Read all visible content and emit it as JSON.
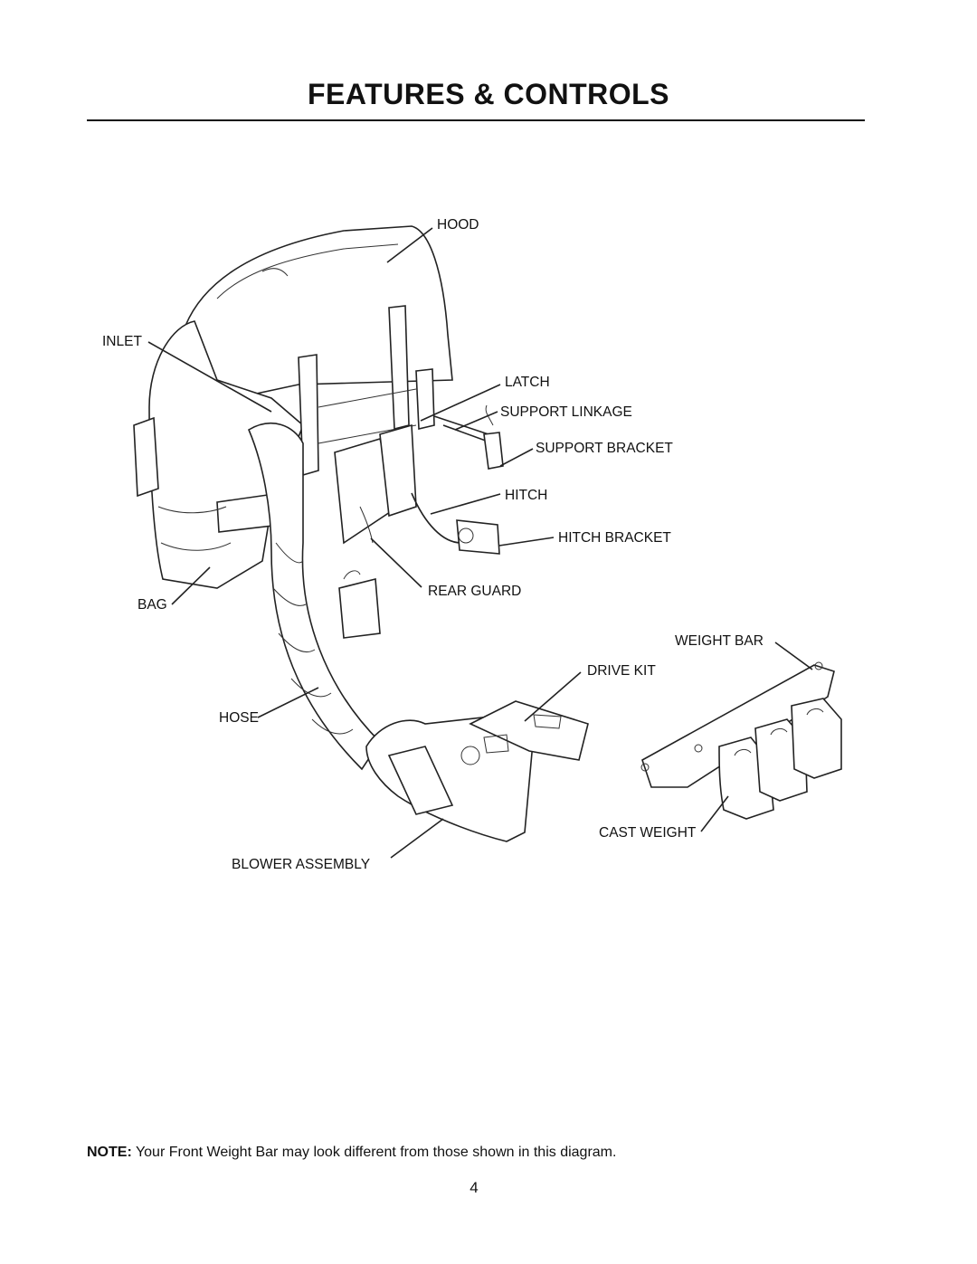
{
  "page": {
    "title": "FEATURES & CONTROLS",
    "note_prefix": "NOTE:",
    "note_text": " Your Front Weight Bar may look different from those shown in this diagram.",
    "page_number": "4"
  },
  "labels": {
    "hood": "HOOD",
    "inlet": "INLET",
    "latch": "LATCH",
    "support_linkage": "SUPPORT LINKAGE",
    "support_bracket": "SUPPORT BRACKET",
    "hitch": "HITCH",
    "hitch_bracket": "HITCH BRACKET",
    "rear_guard": "REAR GUARD",
    "bag": "BAG",
    "weight_bar": "WEIGHT BAR",
    "drive_kit": "DRIVE KIT",
    "hose": "HOSE",
    "cast_weight": "CAST WEIGHT",
    "blower_assembly": "BLOWER ASSEMBLY"
  }
}
